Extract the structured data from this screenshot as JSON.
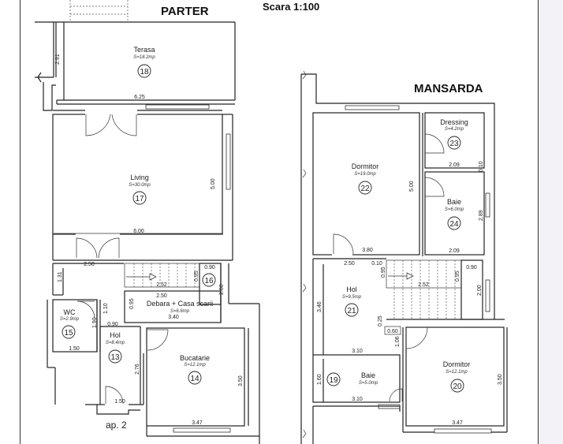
{
  "header": {
    "parter_title": "PARTER",
    "scale_label": "Scara 1:100",
    "mansarda_title": "MANSARDA"
  },
  "parter": {
    "rooms": [
      {
        "name": "Terasa",
        "area": "S=18.2mp",
        "number": "18"
      },
      {
        "name": "Living",
        "area": "S=30.0mp",
        "number": "17"
      },
      {
        "name": "Debara + Casa scarii",
        "area": "S=6.6mp",
        "number": "16"
      },
      {
        "name": "WC",
        "area": "S=2.9mp",
        "number": "15"
      },
      {
        "name": "Hol",
        "area": "S=8.4mp",
        "number": "13"
      },
      {
        "name": "Bucatarie",
        "area": "S=12.1mp",
        "number": "14"
      }
    ],
    "dimensions": {
      "terasa_height": "2.91",
      "terasa_width": "6.25",
      "living_height": "5.00",
      "living_width": "6.00",
      "hall_width": "2.50",
      "hall_height": "1.31",
      "stair_top": "0.90",
      "stair_step": "0.95",
      "stair_length": "2.52",
      "stair_side": "2.00",
      "debara_top": "2.50",
      "debara_side": "0.95",
      "debara_width": "3.40",
      "wc_door": "1.10",
      "wc_side": "1.90",
      "wc_width": "1.50",
      "hol_door": "0.90",
      "hol_side": "2.76",
      "hol_width": "1.50",
      "bucatarie_height": "3.50",
      "bucatarie_width": "3.47"
    },
    "apartment_label": "ap. 2"
  },
  "mansarda": {
    "rooms": [
      {
        "name": "Dormitor",
        "area": "S=19.0mp",
        "number": "22"
      },
      {
        "name": "Dressing",
        "area": "S=4.2mp",
        "number": "23"
      },
      {
        "name": "Baie",
        "area": "S=6.0mp",
        "number": "24"
      },
      {
        "name": "Hol",
        "area": "S=9.5mp",
        "number": "21"
      },
      {
        "name": "Baie",
        "area": "S=5.0mp",
        "number": "19"
      },
      {
        "name": "Dormitor",
        "area": "S=12.1mp",
        "number": "20"
      }
    ],
    "dimensions": {
      "dormitor_height": "5.00",
      "dormitor_width": "3.80",
      "dressing_width": "2.09",
      "dressing_gap": "0.10",
      "baie_height": "2.89",
      "baie_width": "2.09",
      "hol_top": "2.50",
      "hol_gap": "0.10",
      "stair_step": "0.95",
      "stair_length": "2.52",
      "stair_top": "0.90",
      "stair_side": "2.00",
      "hol_height": "3.46",
      "hol_small": "0.25",
      "hol_door": "0.60",
      "hol_door_side": "1.06",
      "hol_width": "3.10",
      "baie_small_height": "1.60",
      "baie_small_width": "3.10",
      "dormitor2_height": "3.50",
      "dormitor2_width": "3.47"
    }
  }
}
